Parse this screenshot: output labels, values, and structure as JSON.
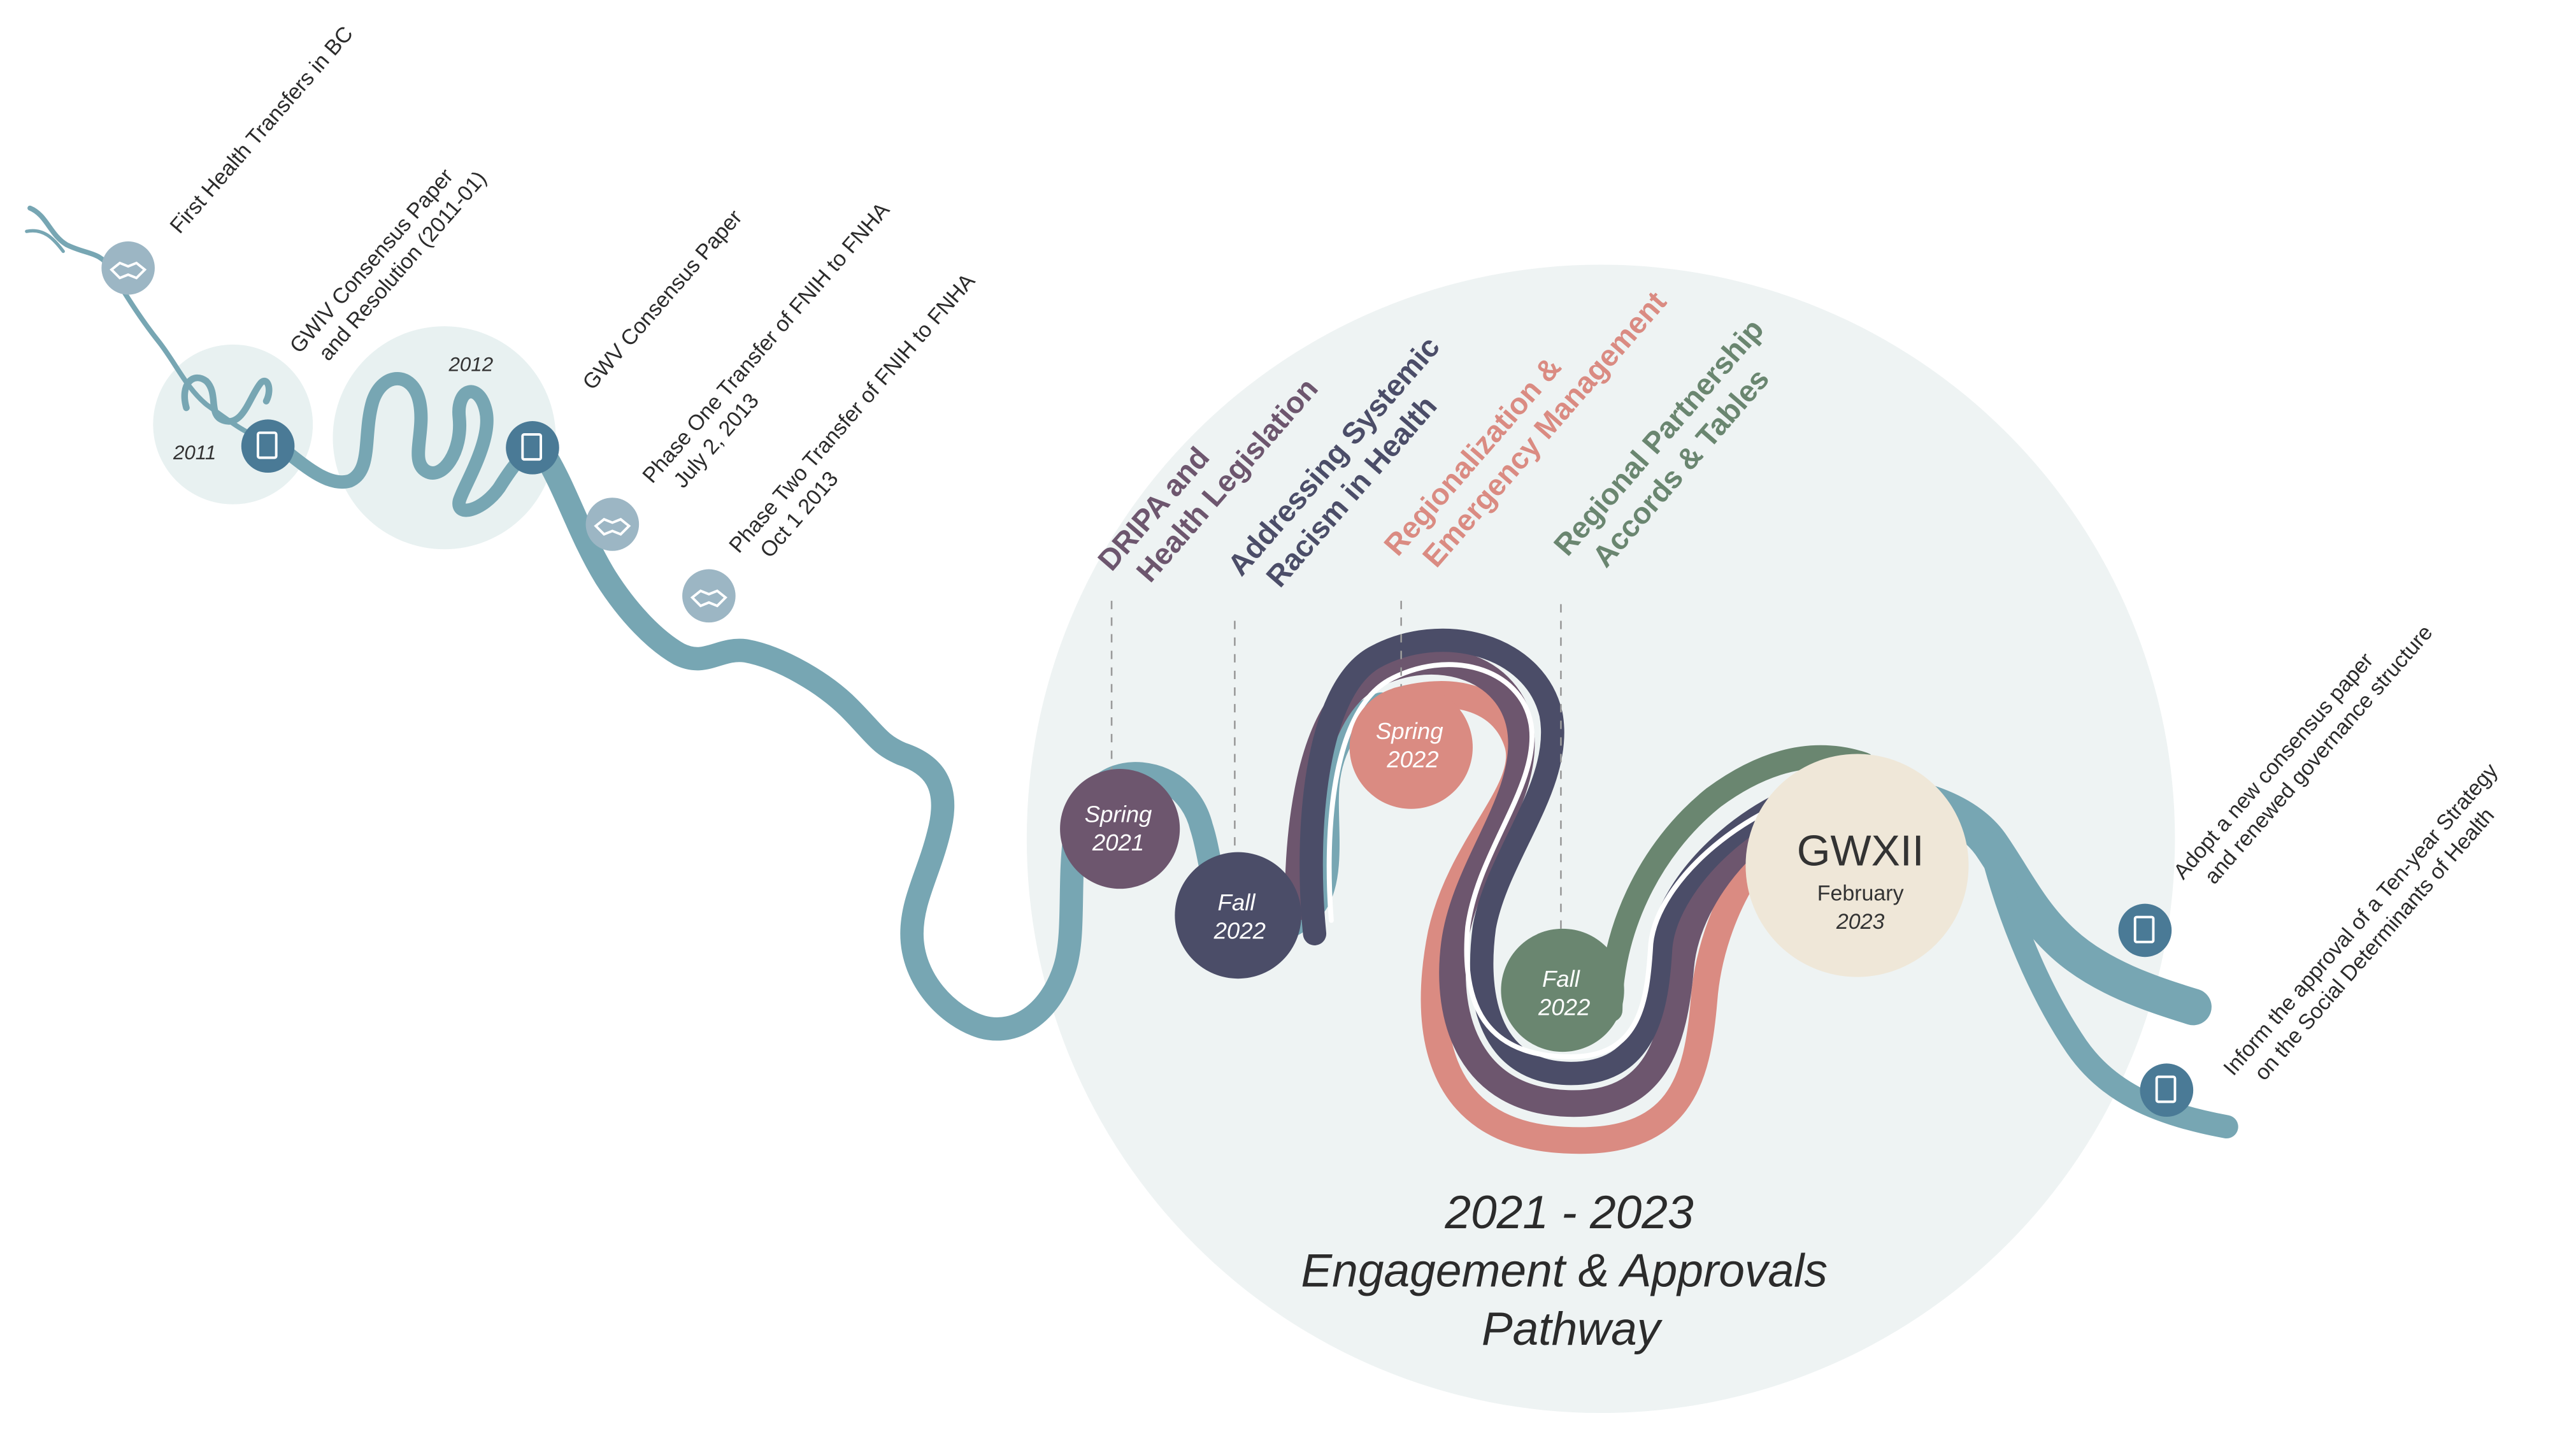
{
  "colors": {
    "river": "#77a6b3",
    "river_dark": "#4f7f96",
    "big_circle": "#eef3f3",
    "small_circle": "#e8f1f1",
    "icon_light": "#9cb6c4",
    "icon_dark": "#4a7a96",
    "dripa": "#6d566e",
    "systemic": "#4b4d68",
    "regional": "#da8b82",
    "partnership": "#6a8670",
    "gwxii": "#efe7d8",
    "text": "#2b2b2b"
  },
  "left_events": [
    {
      "label": "First Health Transfers in BC",
      "icon": "handshake-icon"
    },
    {
      "label": "GWIV Consensus Paper",
      "label2": "and Resolution (2011-01)",
      "icon": "document-icon"
    },
    {
      "label": "GWV Consensus Paper",
      "icon": "document-icon"
    },
    {
      "label": "Phase One Transfer of FNIH to FNHA",
      "label2": "July 2, 2013",
      "icon": "handshake-icon"
    },
    {
      "label": "Phase Two Transfer of FNIH to FNHA",
      "label2": "Oct 1 2013",
      "icon": "handshake-icon"
    }
  ],
  "years": {
    "y2011": "2011",
    "y2012": "2012"
  },
  "themes": [
    {
      "line1": "DRIPA and",
      "line2": "Health Legislation"
    },
    {
      "line1": "Addressing Systemic",
      "line2": "Racism in Health"
    },
    {
      "line1": "Regionalization &",
      "line2": "Emergency Management"
    },
    {
      "line1": "Regional Partnership",
      "line2": "Accords & Tables"
    }
  ],
  "milestones": [
    {
      "season": "Spring",
      "year": "2021"
    },
    {
      "season": "Fall",
      "year": "2022"
    },
    {
      "season": "Spring",
      "year": "2022"
    },
    {
      "season": "Fall",
      "year": "2022"
    }
  ],
  "gwxii": {
    "title": "GWXII",
    "month": "February",
    "year": "2023"
  },
  "pathway_title": {
    "line1": "2021 - 2023",
    "line2": "Engagement & Approvals",
    "line3": "Pathway"
  },
  "right_events": [
    {
      "label": "Adopt a new consensus paper",
      "label2": "and renewed governance structure",
      "icon": "document-icon"
    },
    {
      "label": "Inform the approval of a Ten-year Strategy",
      "label2": "on the Social Determinants of Health",
      "icon": "document-icon"
    }
  ]
}
